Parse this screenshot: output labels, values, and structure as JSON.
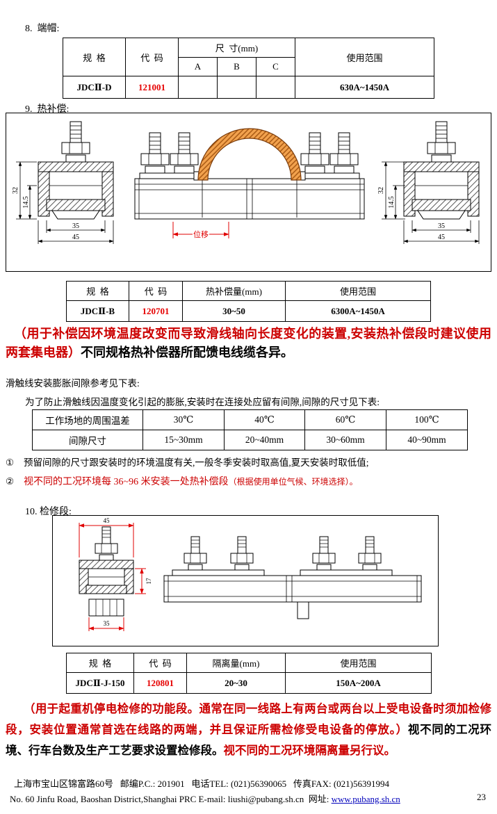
{
  "page": {
    "number": "23"
  },
  "colors": {
    "emphasis_red": "#cc0000",
    "code_red": "#e60000",
    "dim_red": "#e00000",
    "arch_orange": "#f2a24e",
    "link_blue": "#0000bb"
  },
  "sec8": {
    "heading": "8.  端帽:",
    "table": {
      "h_spec": "规  格",
      "h_code": "代  码",
      "h_size": "尺  寸(mm)",
      "h_a": "A",
      "h_b": "B",
      "h_c": "C",
      "h_range": "使用范围",
      "spec": "JDCⅡ-D",
      "code": "121001",
      "a": "",
      "b": "",
      "c": "",
      "range": "630A~1450A"
    }
  },
  "sec9": {
    "heading": "9.  热补偿:",
    "drawing": {
      "dim_height": "32",
      "dim_inner_height": "14.5",
      "dim_width_inner": "35",
      "dim_width_outer": "45",
      "displacement_label": "位移"
    },
    "table": {
      "h_spec": "规  格",
      "h_code": "代  码",
      "h_comp": "热补偿量(mm)",
      "h_range": "使用范围",
      "spec": "JDCⅡ-B",
      "code": "120701",
      "comp": "30~50",
      "range": "6300A~1450A"
    },
    "note_red": "（用于补偿因环境温度改变而导致滑线轴向长度变化的装置,安装热补偿段时建议使用两套集电器）",
    "note_black": "不同规格热补偿器所配馈电线缆各异。"
  },
  "expansion": {
    "title": "滑触线安装膨胀间隙参考见下表:",
    "intro": "为了防止滑触线因温度变化引起的膨胀,安装时在连接处应留有间隙,间隙的尺寸见下表:",
    "table": {
      "row1": [
        "工作场地的周围温差",
        "30℃",
        "40℃",
        "60℃",
        "100℃"
      ],
      "row2": [
        "间隙尺寸",
        "15~30mm",
        "20~40mm",
        "30~60mm",
        "40~90mm"
      ]
    },
    "item1_marker": "①",
    "item1_text": "预留间隙的尺寸跟安装时的环境温度有关,一般冬季安装时取高值,夏天安装时取低值;",
    "item2_marker": "②",
    "item2_text": "视不同的工况环境每 36~96 米安装一处热补偿段",
    "item2_note": "（根据使用单位气候、环境选择）。"
  },
  "sec10": {
    "heading": "10. 检修段:",
    "drawing": {
      "dim_top": "45",
      "dim_side": "17",
      "dim_bottom": "35"
    },
    "table": {
      "h_spec": "规  格",
      "h_code": "代  码",
      "h_iso": "隔离量(mm)",
      "h_range": "使用范围",
      "spec": "JDCⅡ-J-150",
      "code": "120801",
      "iso": "20~30",
      "range": "150A~200A"
    },
    "note_red1": "（用于起重机停电检修的功能段。通常在同一线路上有两台或两台以上受电设备时须加检修段，安装位置通常首选在线路的两端，并且保证所需检修受电设备的停放。）",
    "note_black": "视不同的工况环境、行车台数及生产工艺要求设置检修段。",
    "note_red2": "视不同的工况环境隔离量另行议。"
  },
  "footer": {
    "line1": "上海市宝山区锦富路60号   邮编P.C.: 201901   电话TEL: (021)56390065   传真FAX: (021)56391994",
    "line2_prefix": "No. 60 Jinfu Road, Baoshan District,Shanghai PRC E-mail: liushi@pubang.sh.cn  网址: ",
    "link": "www.pubang.sh.cn",
    "page_number": "23"
  }
}
